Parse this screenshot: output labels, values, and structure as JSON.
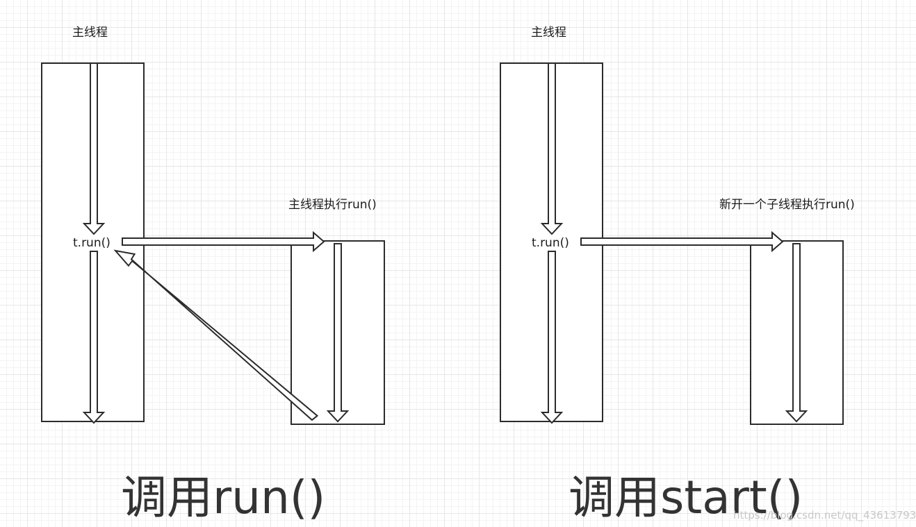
{
  "left": {
    "main_thread_label": "主线程",
    "call_label": "t.run()",
    "branch_label": "主线程执行run()",
    "caption": "调用run()"
  },
  "right": {
    "main_thread_label": "主线程",
    "call_label": "t.run()",
    "branch_label": "新开一个子线程执行run()",
    "caption": "调用start()"
  },
  "watermark": "https://blog.csdn.net/qq_43613793",
  "colors": {
    "stroke": "#2b2b2b",
    "fill": "#ffffff",
    "caption": "#333333"
  }
}
